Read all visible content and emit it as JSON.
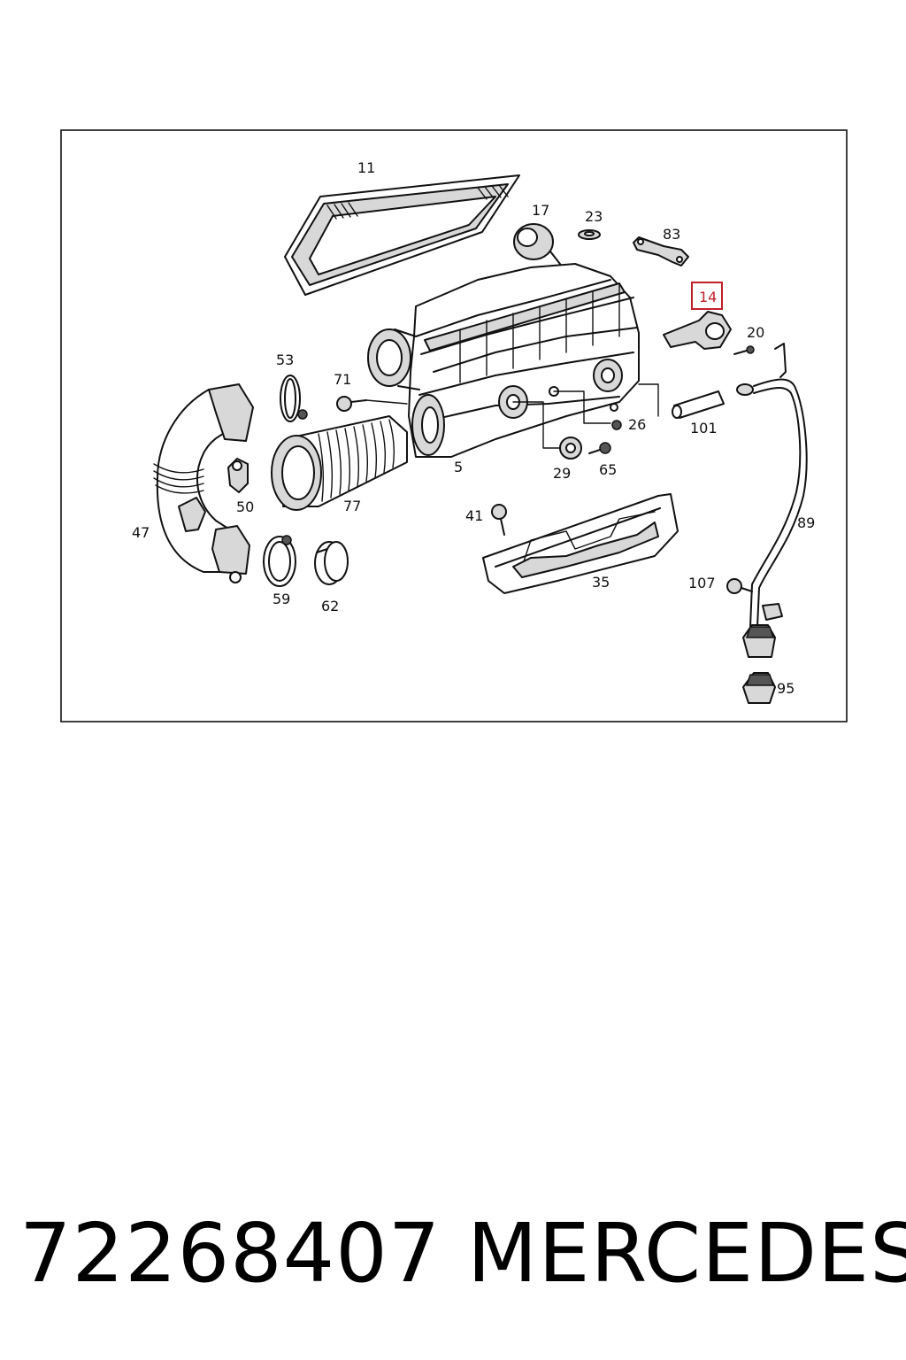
{
  "callouts": {
    "c11": "11",
    "c17": "17",
    "c23": "23",
    "c83": "83",
    "c14": "14",
    "c20": "20",
    "c53": "53",
    "c71": "71",
    "c26": "26",
    "c101": "101",
    "c5": "5",
    "c29": "29",
    "c65": "65",
    "c50": "50",
    "c77": "77",
    "c47": "47",
    "c41": "41",
    "c89": "89",
    "c35": "35",
    "c107": "107",
    "c59": "59",
    "c62": "62",
    "c95": "95"
  },
  "highlight": {
    "part": "14",
    "color": "#c0202a"
  },
  "footer": {
    "part_number": "72268407",
    "brand": "MERCEDES"
  }
}
